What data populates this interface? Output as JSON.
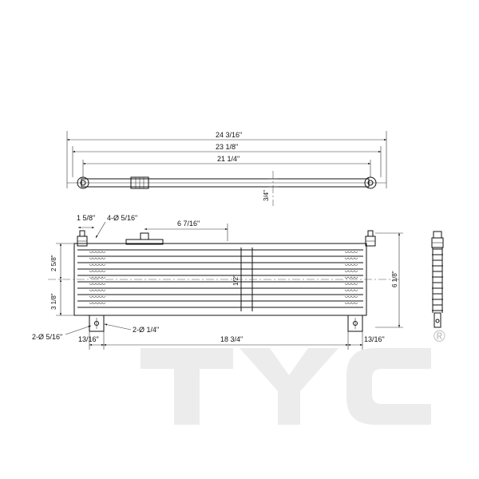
{
  "dimensions": {
    "overall_length": "24 3/16\"",
    "mount_span": "23 1/8\"",
    "core_span": "21 1/4\"",
    "top_height": "3/4\"",
    "fitting_offset": "1 5/8\"",
    "hole_spec": "4-Ø 5/16\"",
    "inlet_offset": "6 7/16\"",
    "left_height_upper": "2 5/8\"",
    "left_height_lower": "3 1/8\"",
    "mid_height": "1/2\"",
    "overall_height": "6 1/8\"",
    "bracket_hole": "2-Ø 5/16\"",
    "slot_spec": "2-Ø 1/4\"",
    "left_bracket": "13/16\"",
    "bracket_span": "18 3/4\"",
    "right_bracket": "13/16\""
  },
  "watermark": {
    "brand": "TYC",
    "registered": "®"
  }
}
